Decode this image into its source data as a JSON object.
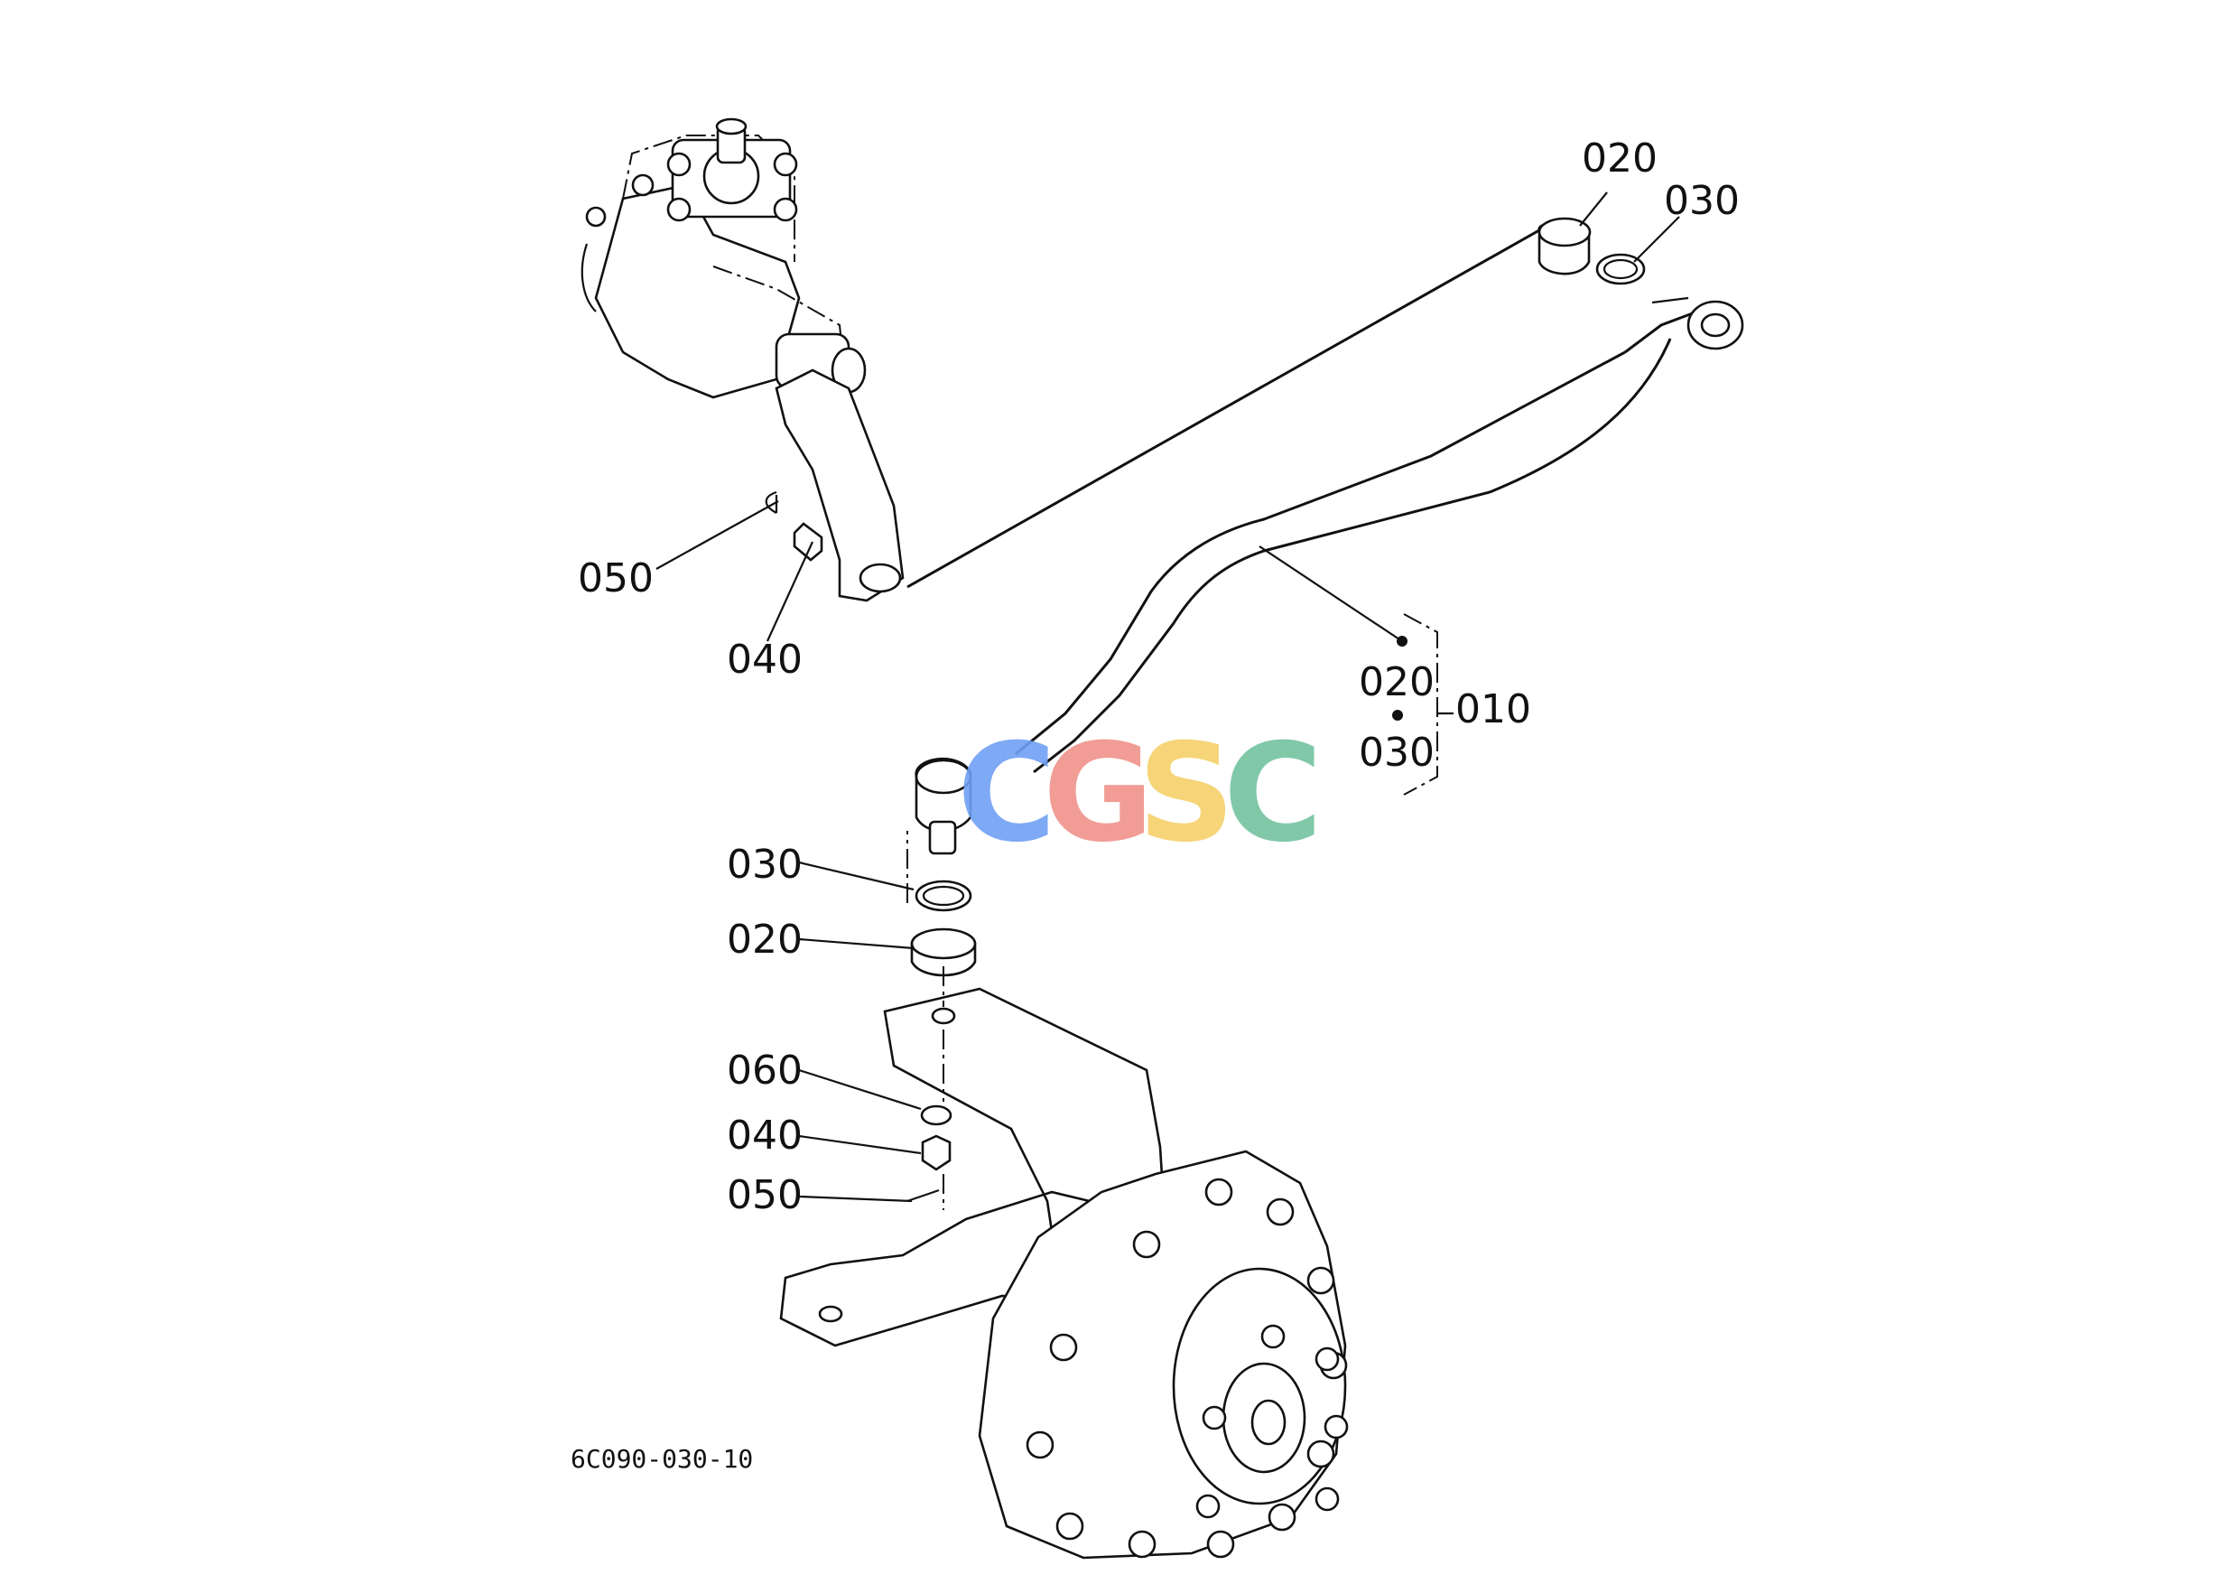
{
  "labels": {
    "top_020": "020",
    "top_030": "030",
    "left_050": "050",
    "left_040": "040",
    "group_020": "020",
    "group_030": "030",
    "group_010": "010",
    "mid_030": "030",
    "mid_020": "020",
    "low_060": "060",
    "low_040": "040",
    "low_050": "050"
  },
  "drawing_code": "6C090-030-10",
  "watermark": {
    "letters": [
      "C",
      "G",
      "S",
      "C"
    ],
    "colors": [
      "#6fa0f5",
      "#f0928a",
      "#f6d06a",
      "#74c3a0"
    ]
  }
}
